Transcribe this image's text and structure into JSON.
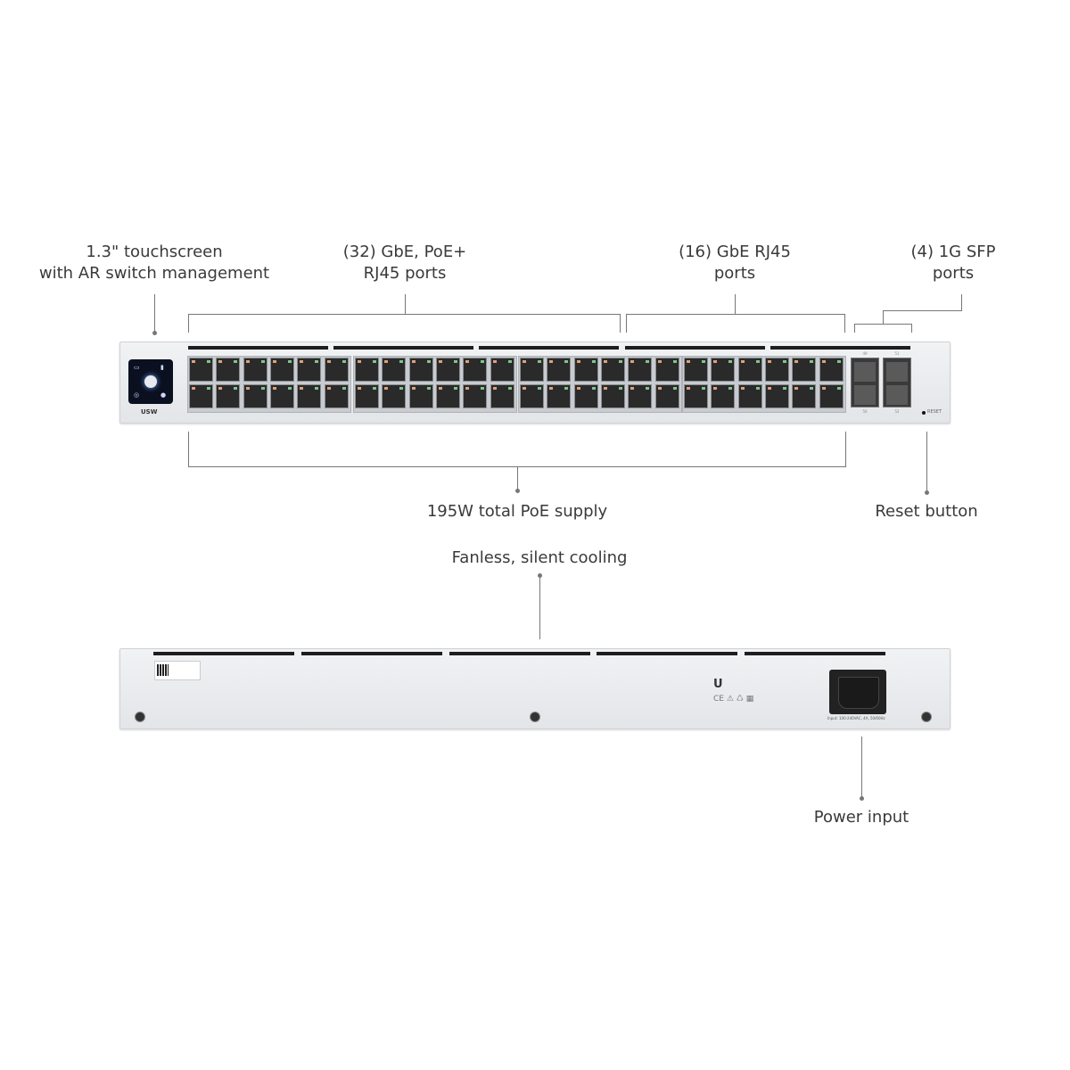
{
  "callouts": {
    "touchscreen": [
      "1.3\" touchscreen",
      "with AR switch management"
    ],
    "poe_ports": [
      "(32) GbE, PoE+",
      "RJ45 ports"
    ],
    "rj45_ports": [
      "(16) GbE RJ45",
      "ports"
    ],
    "sfp_ports": [
      "(4) 1G SFP",
      "ports"
    ],
    "poe_supply": "195W total PoE supply",
    "reset": "Reset button",
    "cooling": "Fanless, silent cooling",
    "power": "Power input"
  },
  "device": {
    "logo": "USW",
    "reset_label": "RESET",
    "sfp_top": [
      "49",
      "51"
    ],
    "sfp_bottom": [
      "50",
      "52"
    ],
    "rear_label_lines": [
      "Input: 100-240VAC, 4A, 50/60Hz"
    ]
  }
}
